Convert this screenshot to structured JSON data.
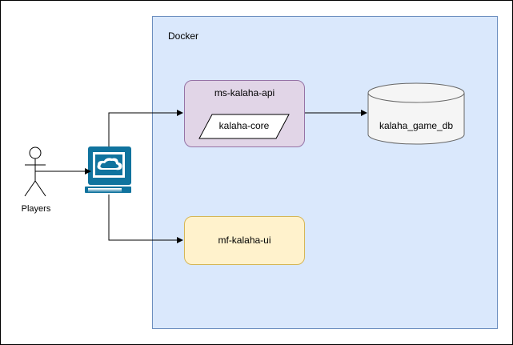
{
  "diagram": {
    "container": {
      "label": "Docker"
    },
    "nodes": {
      "players": {
        "label": "Players"
      },
      "api": {
        "label": "ms-kalaha-api"
      },
      "core": {
        "label": "kalaha-core"
      },
      "db": {
        "label": "kalaha_game_db"
      },
      "ui": {
        "label": "mf-kalaha-ui"
      }
    },
    "colors": {
      "docker_fill": "#dae8fc",
      "docker_stroke": "#6c8ebf",
      "api_fill": "#e1d5e7",
      "api_stroke": "#9673a6",
      "ui_fill": "#fff2cc",
      "ui_stroke": "#d6b656",
      "db_fill": "#f5f5f5",
      "computer_color": "#10739e"
    },
    "icons": [
      "stick-figure-icon",
      "computer-icon",
      "database-cylinder-icon"
    ]
  }
}
